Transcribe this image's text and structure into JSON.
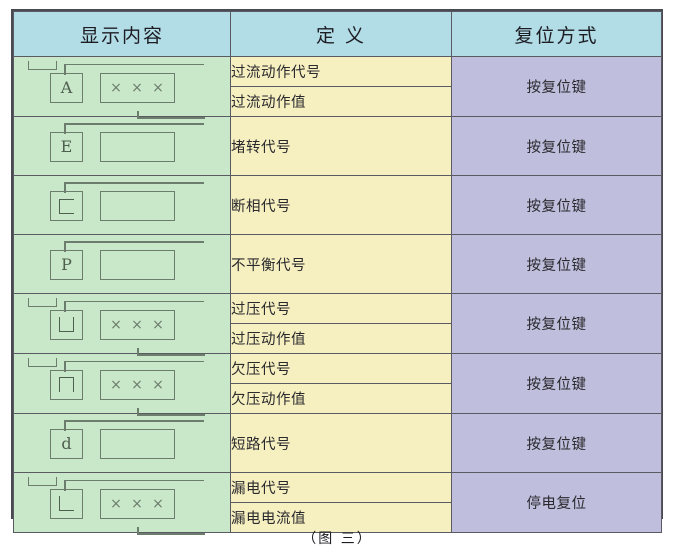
{
  "table": {
    "headers": [
      "显示内容",
      "定 义",
      "复位方式"
    ],
    "rows": [
      {
        "symbol": {
          "code": "A",
          "code_kind": "letter",
          "value": "× × ×",
          "has_value_digits": true
        },
        "definitions": [
          "过流动作代号",
          "过流动作值"
        ],
        "reset": "按复位键"
      },
      {
        "symbol": {
          "code": "E",
          "code_kind": "letter",
          "value": "",
          "has_value_digits": false
        },
        "definitions": [
          "堵转代号"
        ],
        "reset": "按复位键"
      },
      {
        "symbol": {
          "code": "C",
          "code_kind": "left-bracket",
          "value": "",
          "has_value_digits": false
        },
        "definitions": [
          "断相代号"
        ],
        "reset": "按复位键"
      },
      {
        "symbol": {
          "code": "P",
          "code_kind": "letter",
          "value": "",
          "has_value_digits": false
        },
        "definitions": [
          "不平衡代号"
        ],
        "reset": "按复位键"
      },
      {
        "symbol": {
          "code": "⊔",
          "code_kind": "u-shape",
          "value": "× × ×",
          "has_value_digits": true
        },
        "definitions": [
          "过压代号",
          "过压动作值"
        ],
        "reset": "按复位键"
      },
      {
        "symbol": {
          "code": "⊓",
          "code_kind": "n-shape",
          "value": "× × ×",
          "has_value_digits": true
        },
        "definitions": [
          "欠压代号",
          "欠压动作值"
        ],
        "reset": "按复位键"
      },
      {
        "symbol": {
          "code": "d",
          "code_kind": "letter",
          "value": "",
          "has_value_digits": false
        },
        "definitions": [
          "短路代号"
        ],
        "reset": "按复位键"
      },
      {
        "symbol": {
          "code": "L",
          "code_kind": "l-shape",
          "value": "× × ×",
          "has_value_digits": true
        },
        "definitions": [
          "漏电代号",
          "漏电电流值"
        ],
        "reset": "停电复位"
      }
    ]
  },
  "caption": "（图 三）",
  "colors": {
    "header_bg": "#b2dce6",
    "display_bg": "#c9e7c9",
    "definition_bg": "#f6efc0",
    "reset_bg": "#bfbedd",
    "border": "#5a5a62",
    "outer_border": "#4a4a52",
    "lcd_line": "#6d7d6d"
  }
}
